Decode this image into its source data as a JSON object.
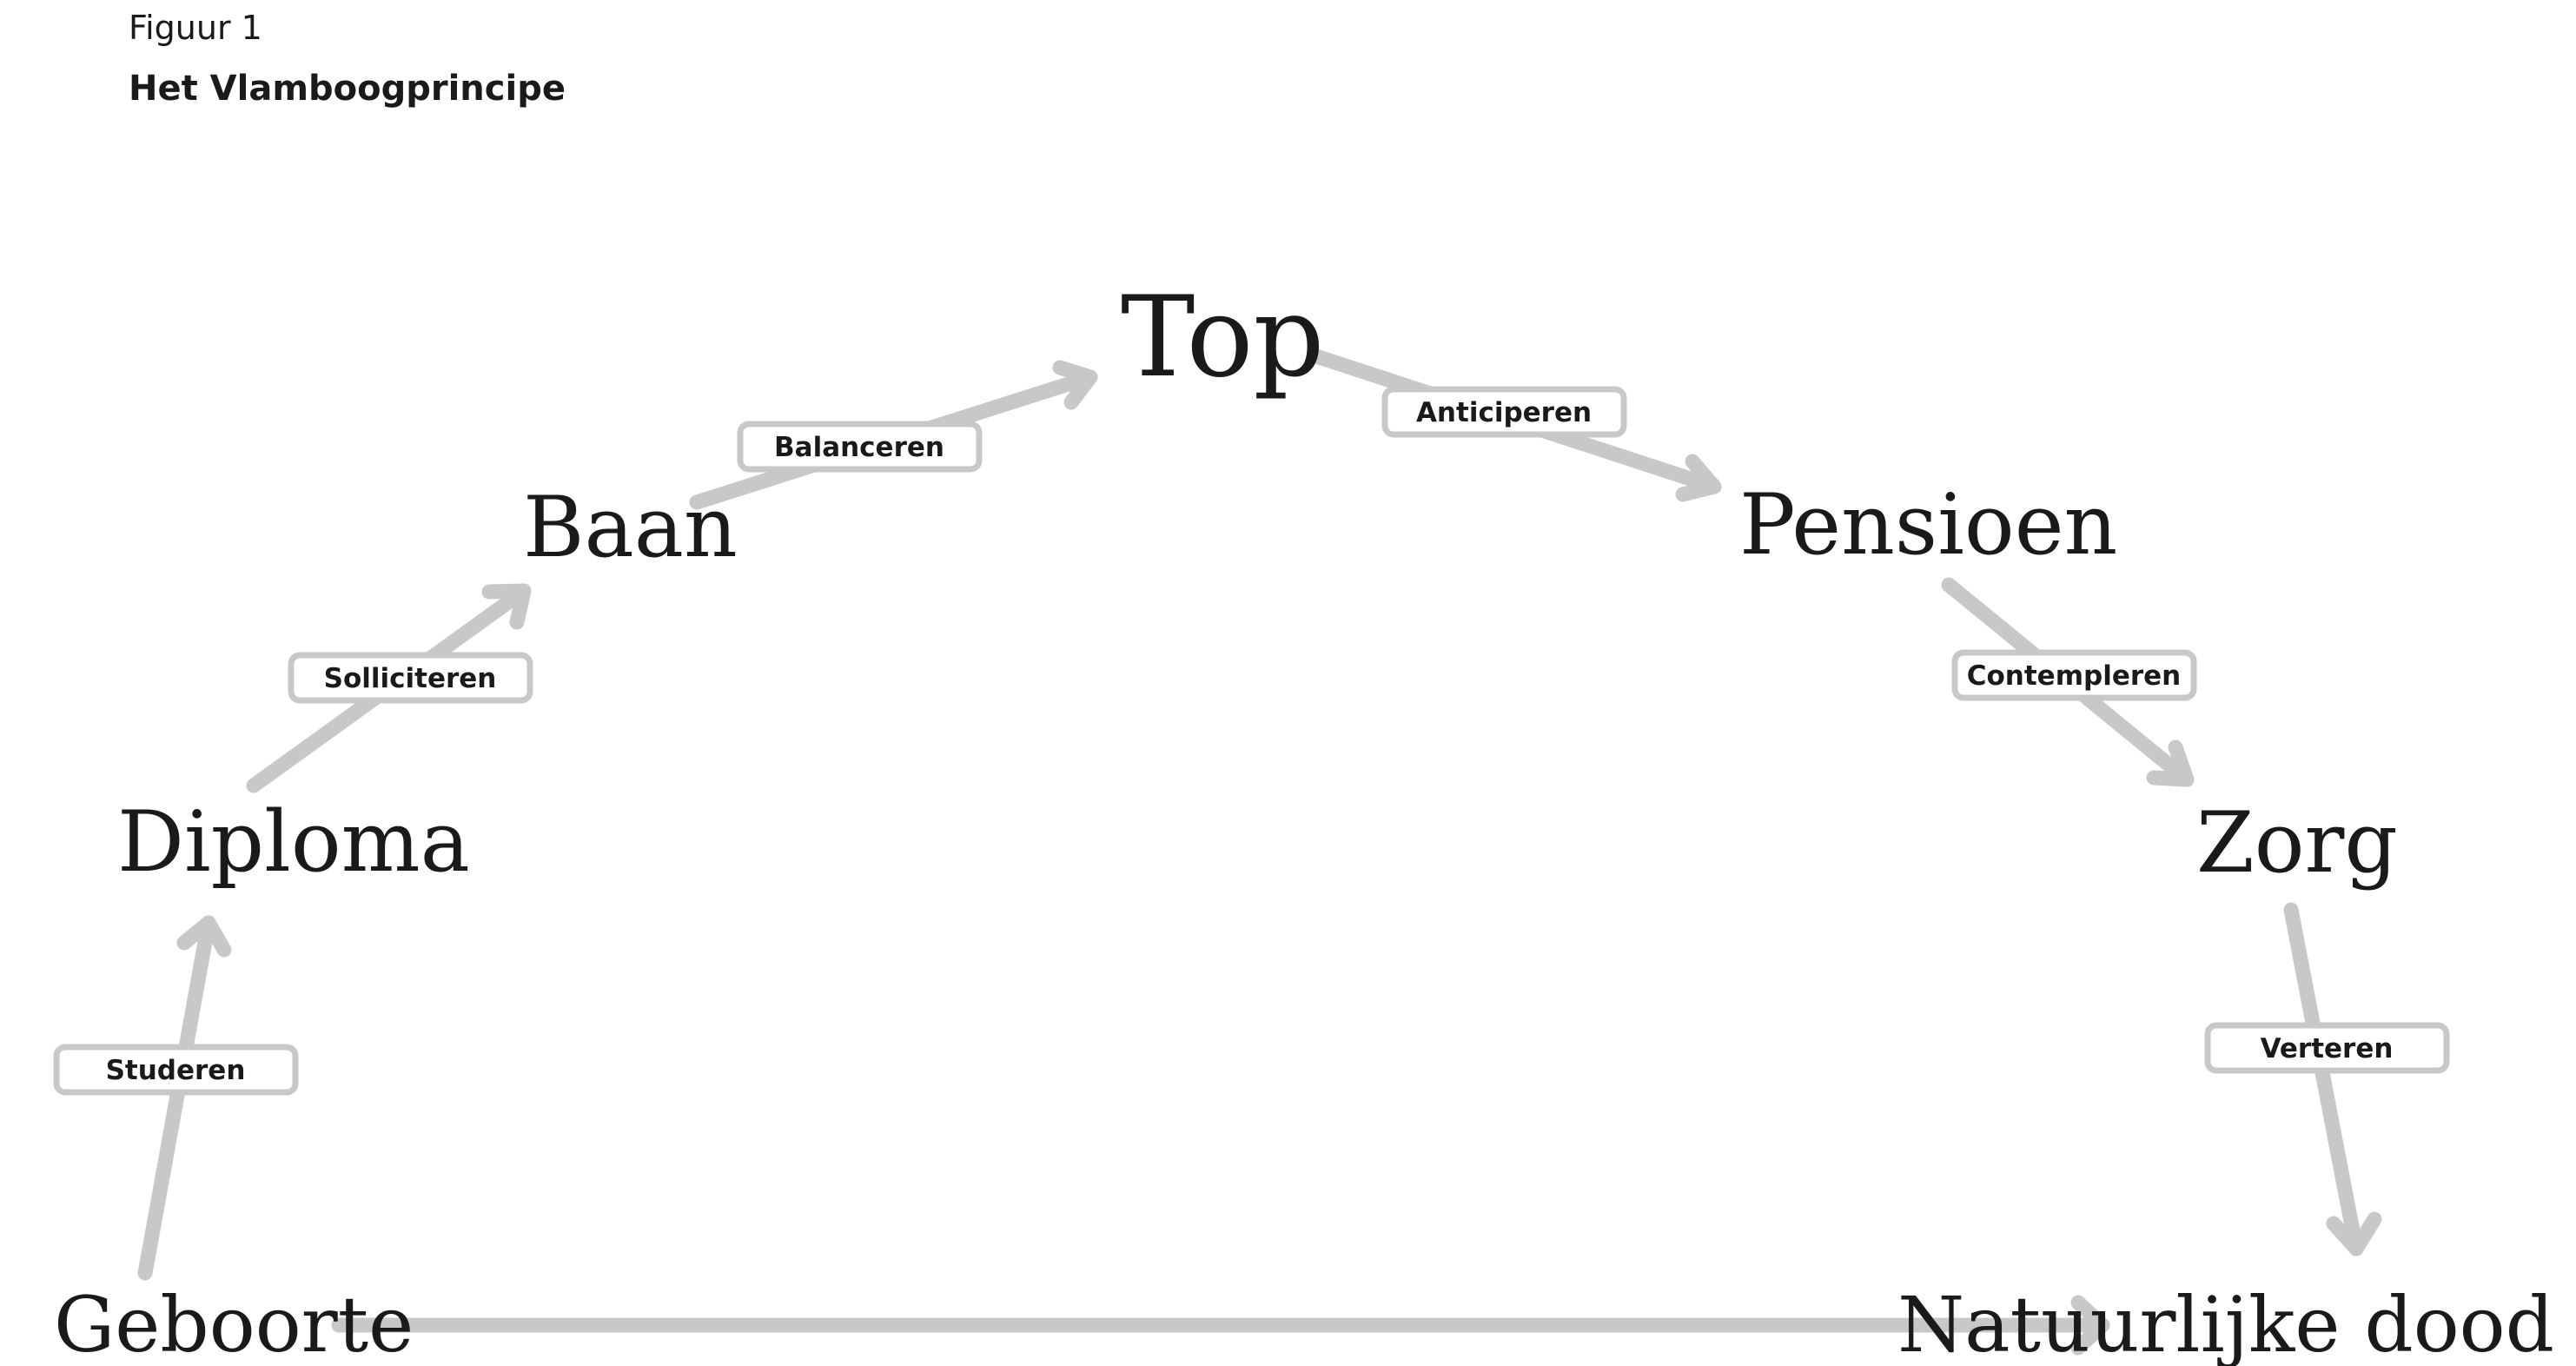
{
  "figure": {
    "label": "Figuur 1",
    "title": "Het Vlamboogprincipe"
  },
  "stages": [
    {
      "key": "geboorte",
      "label": "Geboorte"
    },
    {
      "key": "diploma",
      "label": "Diploma"
    },
    {
      "key": "baan",
      "label": "Baan"
    },
    {
      "key": "top",
      "label": "Top"
    },
    {
      "key": "pensioen",
      "label": "Pensioen"
    },
    {
      "key": "zorg",
      "label": "Zorg"
    },
    {
      "key": "natuurlijke-dood",
      "label": "Natuurlijke dood"
    }
  ],
  "steps": [
    {
      "key": "studeren",
      "label": "Studeren",
      "from": "Geboorte",
      "to": "Diploma"
    },
    {
      "key": "solliciteren",
      "label": "Solliciteren",
      "from": "Diploma",
      "to": "Baan"
    },
    {
      "key": "balanceren",
      "label": "Balanceren",
      "from": "Baan",
      "to": "Top"
    },
    {
      "key": "anticiperen",
      "label": "Anticiperen",
      "from": "Top",
      "to": "Pensioen"
    },
    {
      "key": "contempleren",
      "label": "Contempleren",
      "from": "Pensioen",
      "to": "Zorg"
    },
    {
      "key": "verteren",
      "label": "Verteren",
      "from": "Zorg",
      "to": "Natuurlijke dood"
    }
  ],
  "colors": {
    "arrow": "#c8c8c8",
    "text": "#1a1a1a",
    "box_fill": "#ffffff"
  }
}
